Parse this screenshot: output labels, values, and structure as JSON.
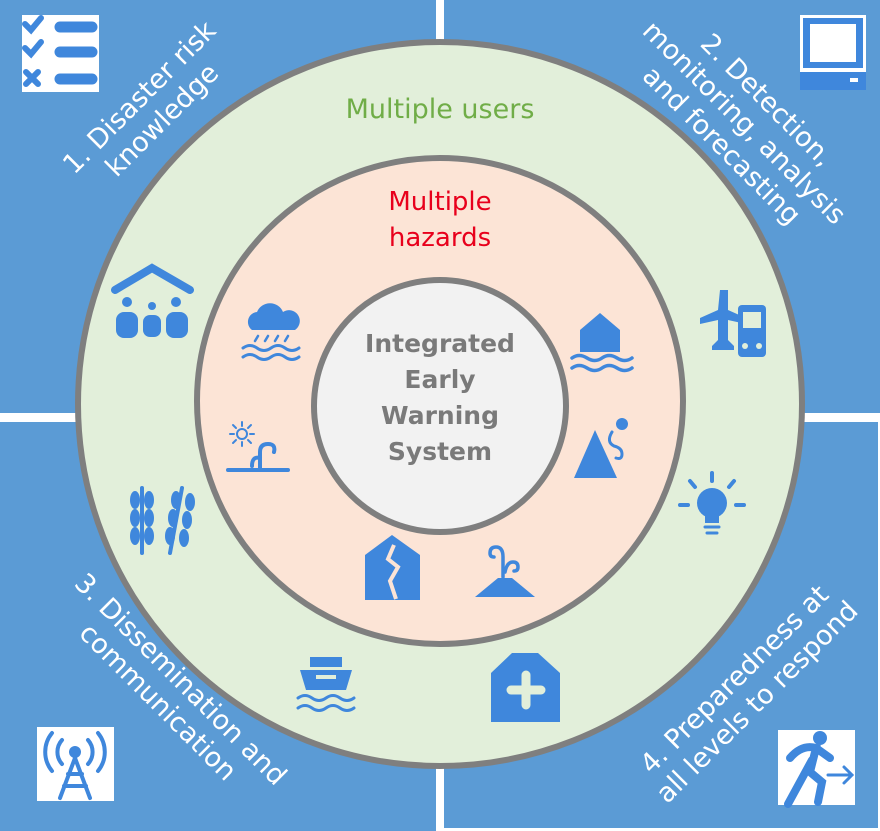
{
  "title": "Integrated Early Warning System",
  "center": {
    "lines": [
      "Integrated",
      "Early",
      "Warning",
      "System"
    ]
  },
  "rings": {
    "users_label": "Multiple users",
    "hazards_lines": [
      "Multiple",
      "hazards"
    ]
  },
  "pillars": [
    {
      "lines": [
        "1. Disaster risk",
        "knowledge"
      ],
      "icon": "checklist-icon"
    },
    {
      "lines": [
        "2. Detection,",
        "monitoring, analysis",
        "and forecasting"
      ],
      "icon": "computer-monitor-icon"
    },
    {
      "lines": [
        "3. Dissemination and",
        "communication"
      ],
      "icon": "radio-antenna-icon"
    },
    {
      "lines": [
        "4. Preparedness at",
        "all levels to respond"
      ],
      "icon": "emergency-exit-icon"
    }
  ],
  "user_icons": [
    "shelter-people-icon",
    "plane-bus-icon",
    "wheat-icon",
    "lightbulb-icon",
    "ship-icon",
    "hospital-icon"
  ],
  "hazard_icons": [
    "rain-flood-icon",
    "drought-icon",
    "earthquake-icon",
    "volcano-icon",
    "flooded-house-icon",
    "landslide-icon"
  ],
  "colors": {
    "quadrant": "#5b9bd5",
    "icon": "#3f87dc",
    "users_ring": "#e2efda",
    "hazards_ring": "#fce4d6",
    "center": "#f2f2f2",
    "ring_border": "#7f7f7f",
    "users_text": "#70ad47",
    "hazards_text": "#e8001c",
    "center_text": "#7a7a7a"
  }
}
